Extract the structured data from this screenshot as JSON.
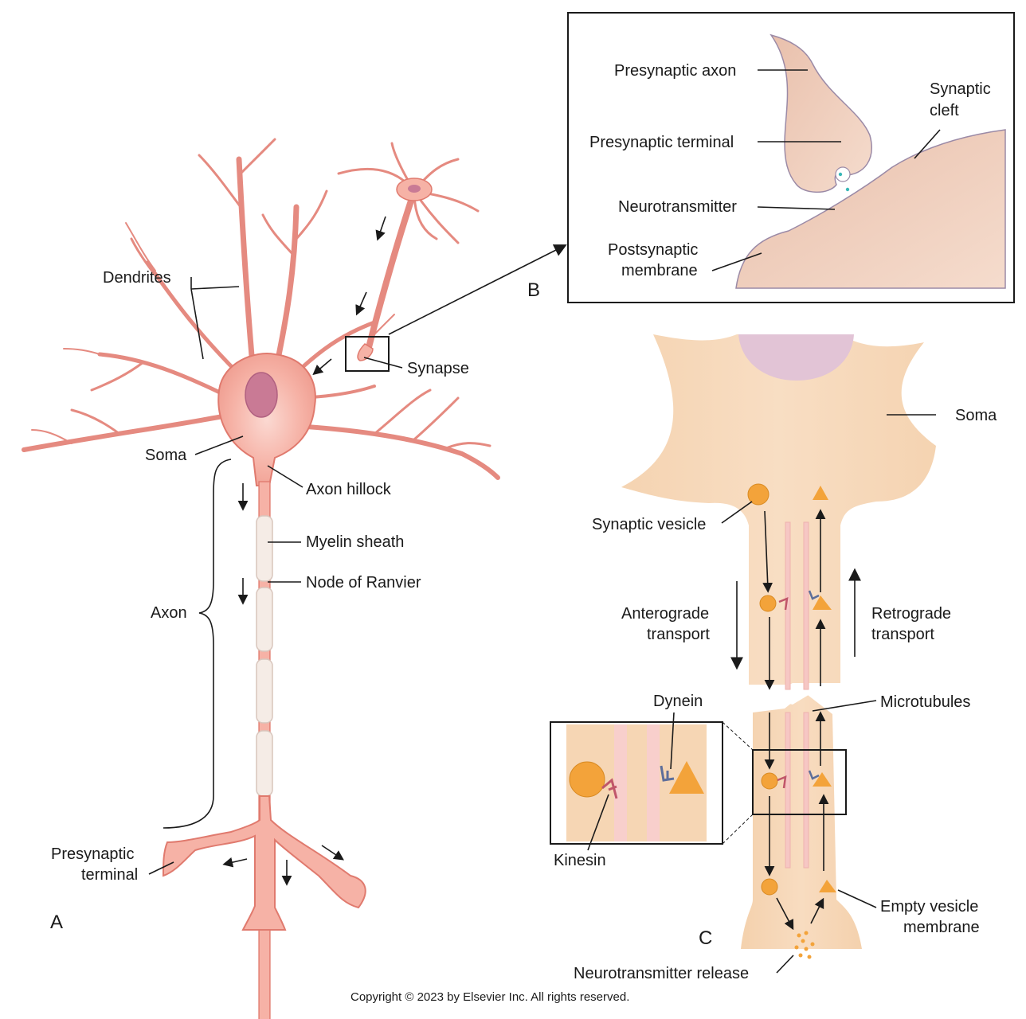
{
  "panels": {
    "a": "A",
    "b": "B",
    "c": "C"
  },
  "labels": {
    "dendrites": "Dendrites",
    "synapse": "Synapse",
    "soma_a": "Soma",
    "axon_hillock": "Axon hillock",
    "myelin_sheath": "Myelin sheath",
    "node_of_ranvier": "Node of Ranvier",
    "axon": "Axon",
    "presynaptic_terminal_a": [
      "Presynaptic",
      "terminal"
    ],
    "presynaptic_axon": "Presynaptic axon",
    "presynaptic_terminal_b": "Presynaptic terminal",
    "neurotransmitter": "Neurotransmitter",
    "postsynaptic_membrane": [
      "Postsynaptic",
      "membrane"
    ],
    "synaptic_cleft": [
      "Synaptic",
      "cleft"
    ],
    "soma_c": "Soma",
    "synaptic_vesicle": "Synaptic vesicle",
    "anterograde_transport": [
      "Anterograde",
      "transport"
    ],
    "retrograde_transport": [
      "Retrograde",
      "transport"
    ],
    "microtubules": "Microtubules",
    "dynein": "Dynein",
    "kinesin": "Kinesin",
    "empty_vesicle_membrane": [
      "Empty vesicle",
      "membrane"
    ],
    "neurotransmitter_release": "Neurotransmitter release"
  },
  "copyright": "Copyright © 2023 by Elsevier Inc. All rights reserved.",
  "colors": {
    "neuron_fill": "#f6b2a6",
    "neuron_stroke": "#e07a6e",
    "nucleus": "#c97a95",
    "myelin": "#f5ece6",
    "synapse_fill": "#efcbb9",
    "axon_c_fill": "#f6d6b4",
    "soma_c_nucleus": "#e2c4d6",
    "vesicle": "#f3a33a",
    "neurotransmitter_dot": "#39b8b8",
    "kinesin": "#c0566a",
    "dynein": "#5d6e9a"
  }
}
